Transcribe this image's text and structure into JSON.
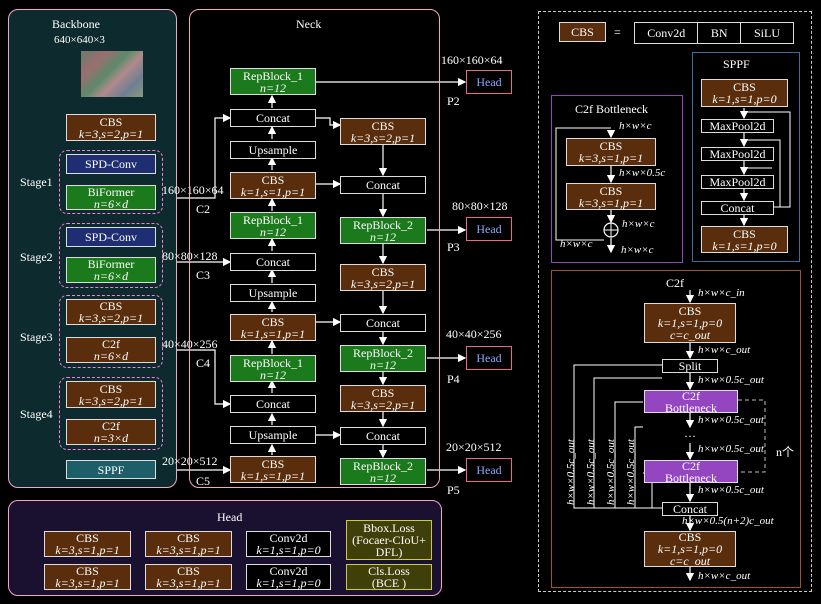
{
  "backbone": {
    "title": "Backbone",
    "input_size": "640×640×3",
    "stages": [
      "Stage1",
      "Stage2",
      "Stage3",
      "Stage4"
    ],
    "cbs1_title": "CBS",
    "cbs1_params": "k=3,s=2,p=1",
    "spd1": "SPD-Conv",
    "biformer1_title": "BiFormer",
    "biformer1_params": "n=6×d",
    "spd2": "SPD-Conv",
    "biformer2_title": "BiFormer",
    "biformer2_params": "n=6×d",
    "cbs3_title": "CBS",
    "cbs3_params": "k=3,s=2,p=1",
    "c2f3_title": "C2f",
    "c2f3_params": "n=6×d",
    "cbs4_title": "CBS",
    "cbs4_params": "k=3,s=2,p=1",
    "c2f4_title": "C2f",
    "c2f4_params": "n=3×d",
    "sppf": "SPPF"
  },
  "neck": {
    "title": "Neck",
    "c_labels": [
      "C2",
      "C3",
      "C4",
      "C5"
    ],
    "p_labels": [
      "P2",
      "P3",
      "P4",
      "P5"
    ],
    "dim_c2": "160×160×64",
    "dim_c3": "80×80×128",
    "dim_c4": "40×40×256",
    "dim_c5": "20×20×512",
    "dim_p2": "160×160×64",
    "dim_p3": "80×80×128",
    "dim_p4": "40×40×256",
    "dim_p5": "20×20×512",
    "repblock1": "RepBlock_1",
    "repblock2": "RepBlock_2",
    "rep_n": "n=12",
    "concat": "Concat",
    "upsample": "Upsample",
    "cbs": "CBS",
    "k3s2p1": "k=3,s=2,p=1",
    "k1s1p1": "k=1,s=1,p=1",
    "head": "Head"
  },
  "head_panel": {
    "title": "Head",
    "cbs": "CBS",
    "k3s1p1": "k=3,s=1,p=1",
    "conv2d": "Conv2d",
    "k1s1p0": "k=1,s=1,p=0",
    "bbox_loss": [
      "Bbox.Loss",
      "(Focaer-CIoU+",
      "DFL)"
    ],
    "cls_loss": [
      "Cls.Loss",
      "(BCE )"
    ]
  },
  "legend": {
    "cbs": "CBS",
    "equals": "=",
    "conv2d": "Conv2d",
    "bn": "BN",
    "silu": "SiLU"
  },
  "bottleneck": {
    "title": "C2f Bottleneck",
    "dim_top": "h×w×c",
    "cbs": "CBS",
    "params": "k=3,s=1,p=1",
    "dim_mid": "h×w×0.5c",
    "dim_sum": "h×w×c",
    "dim_left": "h×w×c",
    "dim_out": "h×w×c"
  },
  "sppf_panel": {
    "title": "SPPF",
    "cbs": "CBS",
    "params": "k=1,s=1,p=0",
    "maxpool": "MaxPool2d",
    "concat": "Concat"
  },
  "c2f_panel": {
    "title": "C2f",
    "dim_in": "h×w×c_in",
    "cbs": "CBS",
    "params": "k=1,s=1,p=0",
    "c_eq": "c=c_out",
    "dim_cout": "h×w×c_out",
    "split": "Split",
    "half": "h×w×0.5c_out",
    "bottleneck": [
      "C2f",
      "Bottleneck"
    ],
    "dots": "···",
    "n_ge": "n个",
    "concat": "Concat",
    "concat_dim": "h×w×0.5(n+2)c_out",
    "dim_out": "h×w×c_out",
    "vert": "h×w×0.5c_out"
  },
  "colors": {
    "cbs": "#5a2d0c",
    "repblock": "#1b7a1b",
    "spd": "#1f2e72",
    "c2f_bottleneck": "#9346c0",
    "stage_border": "#ff7ad9"
  }
}
